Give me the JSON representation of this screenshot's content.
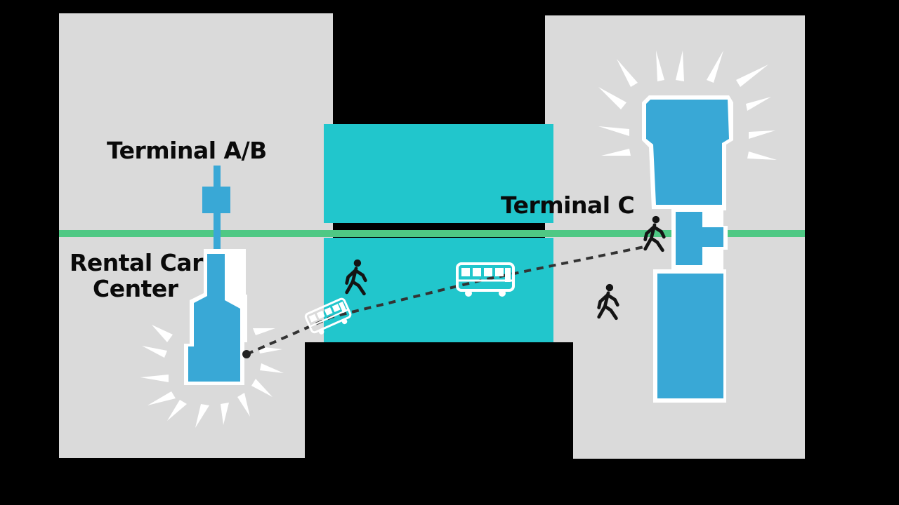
{
  "labels": {
    "terminal_ab": "Terminal A/B",
    "rental_car_line1": "Rental Car",
    "rental_car_line2": "Center",
    "terminal_c": "Terminal C"
  },
  "icons": {
    "shuttle": "bus-icon",
    "walk": "pedestrian-icon"
  },
  "colors": {
    "background": "#000000",
    "land": "#dadada",
    "water_zone": "#21c6cc",
    "building": "#39a8d6",
    "building_outline": "#ffffff",
    "rail_line": "#4fc884",
    "route_line": "#333333",
    "ray": "#ffffff",
    "label_text": "#0a0a0a",
    "walker": "#141414",
    "bus": "#ffffff"
  }
}
